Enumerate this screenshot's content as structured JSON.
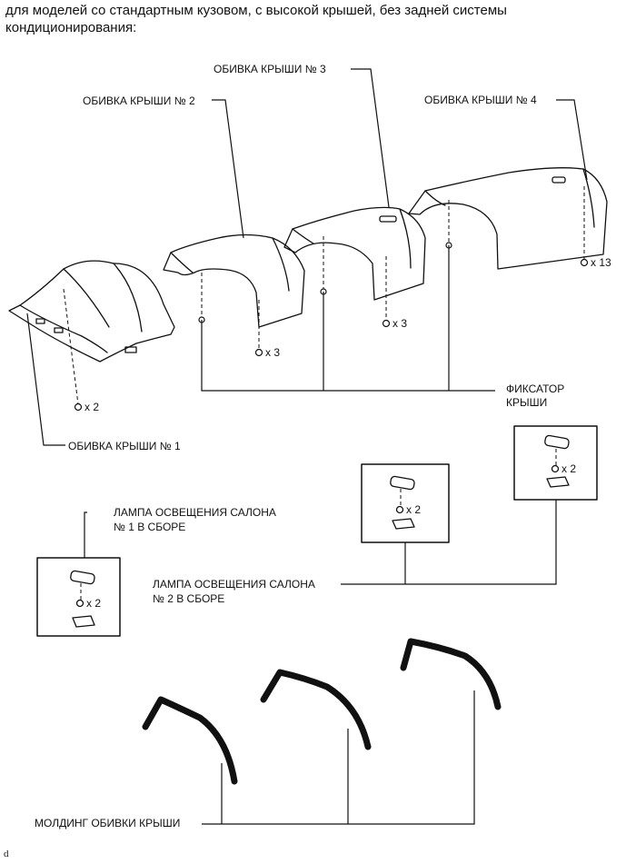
{
  "caption": "для моделей со стандартным кузовом, с высокой крышей, без задней системы кондиционирования:",
  "labels": {
    "headliner_1": "ОБИВКА КРЫШИ № 1",
    "headliner_2": "ОБИВКА КРЫШИ № 2",
    "headliner_3": "ОБИВКА КРЫШИ № 3",
    "headliner_4": "ОБИВКА КРЫШИ № 4",
    "roof_clip_line1": "ФИКСАТОР",
    "roof_clip_line2": "КРЫШИ",
    "lamp1_line1": "ЛАМПА ОСВЕЩЕНИЯ САЛОНА",
    "lamp1_line2": "№ 1 В СБОРЕ",
    "lamp2_line1": "ЛАМПА ОСВЕЩЕНИЯ САЛОНА",
    "lamp2_line2": "№ 2 В СБОРЕ",
    "molding": "МОЛДИНГ ОБИВКИ КРЫШИ"
  },
  "quantities": {
    "h1_screws": "x 2",
    "h2_screws": "x 3",
    "h3_screws": "x 3",
    "h4_screws": "x 13",
    "lamp1_screws": "x 2",
    "lamp2a_screws": "x 2",
    "lamp2b_screws": "x 2"
  },
  "figure_code": "d"
}
